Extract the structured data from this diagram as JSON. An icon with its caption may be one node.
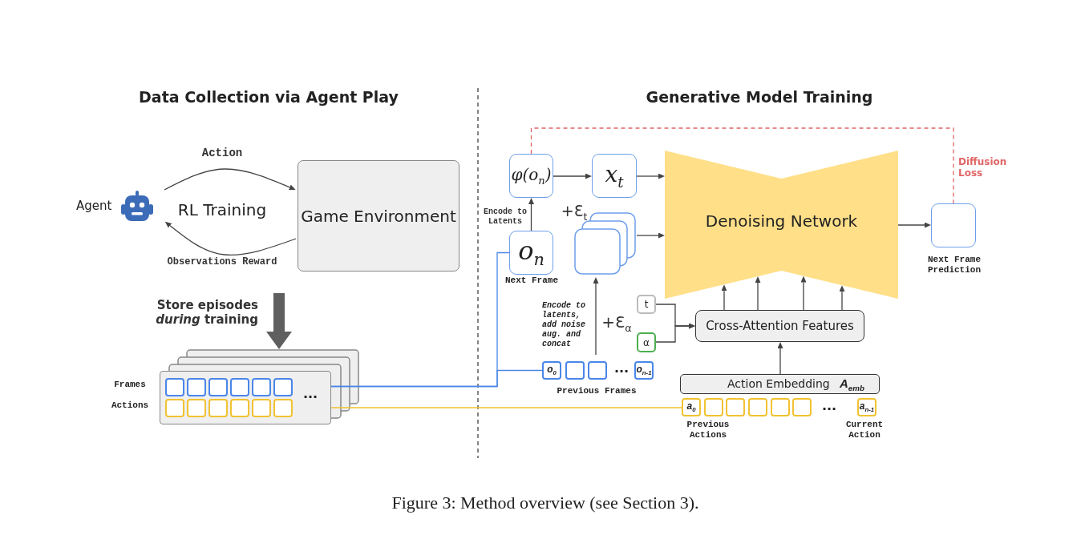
{
  "diagram": {
    "caption": "Figure 3: Method overview (see Section 3).",
    "nodes": [
      {
        "text": [
          "Agent"
        ]
      },
      {
        "text": [
          "Game Environment"
        ]
      },
      {
        "text": [],
        "shape": "box"
      },
      {
        "text": [],
        "shape": "box",
        "in": 2
      },
      {
        "text": [],
        "shape": "box",
        "in": 2
      },
      {
        "text": [],
        "shape": "box",
        "in": 2
      },
      {
        "text": [],
        "shape": "box",
        "in": 2
      },
      {
        "text": [],
        "shape": "box",
        "in": 2
      },
      {
        "text": [],
        "shape": "box",
        "in": 2
      },
      {
        "text": [],
        "shape": "box",
        "in": 2
      },
      {
        "text": [],
        "shape": "box",
        "in": 2
      },
      {
        "text": [],
        "shape": "box",
        "in": 2
      },
      {
        "text": [],
        "shape": "box",
        "in": 2
      },
      {
        "text": [],
        "shape": "box",
        "in": 2
      },
      {
        "text": [],
        "shape": "box",
        "in": 2
      },
      {
        "text": [
          "φ(o$_{n}$)"
        ]
      },
      {
        "text": [
          "x$_{t}$"
        ]
      },
      {
        "text": [
          "o$_{n}$"
        ],
        "beside": [
          "Next Frame"
        ]
      },
      {
        "text": [],
        "shape": "box"
      },
      {
        "text": [
          "Denoising Network"
        ]
      },
      {
        "text": [],
        "shape": "box",
        "beside": [
          "Next Frame Prediction"
        ]
      },
      {
        "text": [
          "t"
        ]
      },
      {
        "text": [
          "α"
        ]
      },
      {
        "text": [
          "Cross-Attention Features"
        ]
      },
      {
        "text": [
          "Action Embedding",
          "A$_{emb}$"
        ]
      },
      {
        "text": [
          "o$_{0}$"
        ]
      },
      {
        "text": [],
        "shape": "box"
      },
      {
        "text": [],
        "shape": "box"
      },
      {
        "text": [
          "o$_{n-1}$"
        ]
      },
      {
        "text": [
          "a$_{0}$"
        ],
        "beside": [
          "Previous Actions"
        ]
      },
      {
        "text": [],
        "shape": "box"
      },
      {
        "text": [],
        "shape": "box"
      },
      {
        "text": [],
        "shape": "box"
      },
      {
        "text": [],
        "shape": "box"
      },
      {
        "text": [],
        "shape": "box"
      },
      {
        "text": [
          "a$_{n-1}$"
        ],
        "beside": [
          "Current Action"
        ]
      }
    ],
    "edges": [
      {
        "from": 0,
        "to": 1,
        "arrow": "to",
        "label": "Action"
      },
      {
        "from": 1,
        "to": 0,
        "arrow": "to",
        "label": "Observations Reward"
      },
      {
        "from": null,
        "to": 2,
        "arrow": "to",
        "label": "Store episodes *during* training",
        "style": "thick",
        "color": "#5f5f5f"
      },
      {
        "from": 8,
        "to": 17,
        "arrow": "none",
        "color": "#4a86e8"
      },
      {
        "from": 8,
        "to": 25,
        "arrow": "none",
        "color": "#4a86e8"
      },
      {
        "from": 14,
        "to": 29,
        "arrow": "none",
        "color": "#f1c232"
      },
      {
        "from": 17,
        "to": 15,
        "arrow": "to",
        "label": "Encode to Latents"
      },
      {
        "from": 15,
        "to": 16,
        "arrow": "to",
        "label": "+Ɛ$_{t}$"
      },
      {
        "from": 16,
        "to": 19,
        "arrow": "to"
      },
      {
        "from": 18,
        "to": 19,
        "arrow": "to"
      },
      {
        "from": 27,
        "to": 18,
        "arrow": "to",
        "label": "+Ɛ$_{α}$"
      },
      {
        "from": 21,
        "to": 23,
        "arrow": "to"
      },
      {
        "from": 22,
        "to": 23,
        "arrow": "to"
      },
      {
        "from": 23,
        "to": 19,
        "arrow": "to"
      },
      {
        "from": 23,
        "to": 19,
        "arrow": "to"
      },
      {
        "from": 23,
        "to": 19,
        "arrow": "to"
      },
      {
        "from": 23,
        "to": 19,
        "arrow": "to"
      },
      {
        "from": 24,
        "to": 23,
        "arrow": "to"
      },
      {
        "from": 19,
        "to": 20,
        "arrow": "to"
      },
      {
        "from": 15,
        "to": 20,
        "arrow": "none",
        "label": "Diffusion Loss",
        "style": "dashed",
        "color": "#e06666"
      }
    ],
    "labels": [
      "Data Collection via Agent Play",
      "Generative Model Training",
      "RL Training",
      "Frames",
      "Actions",
      "...",
      "Encode to latents, add noise aug. and concat",
      "...",
      "Previous Frames",
      "..."
    ]
  }
}
